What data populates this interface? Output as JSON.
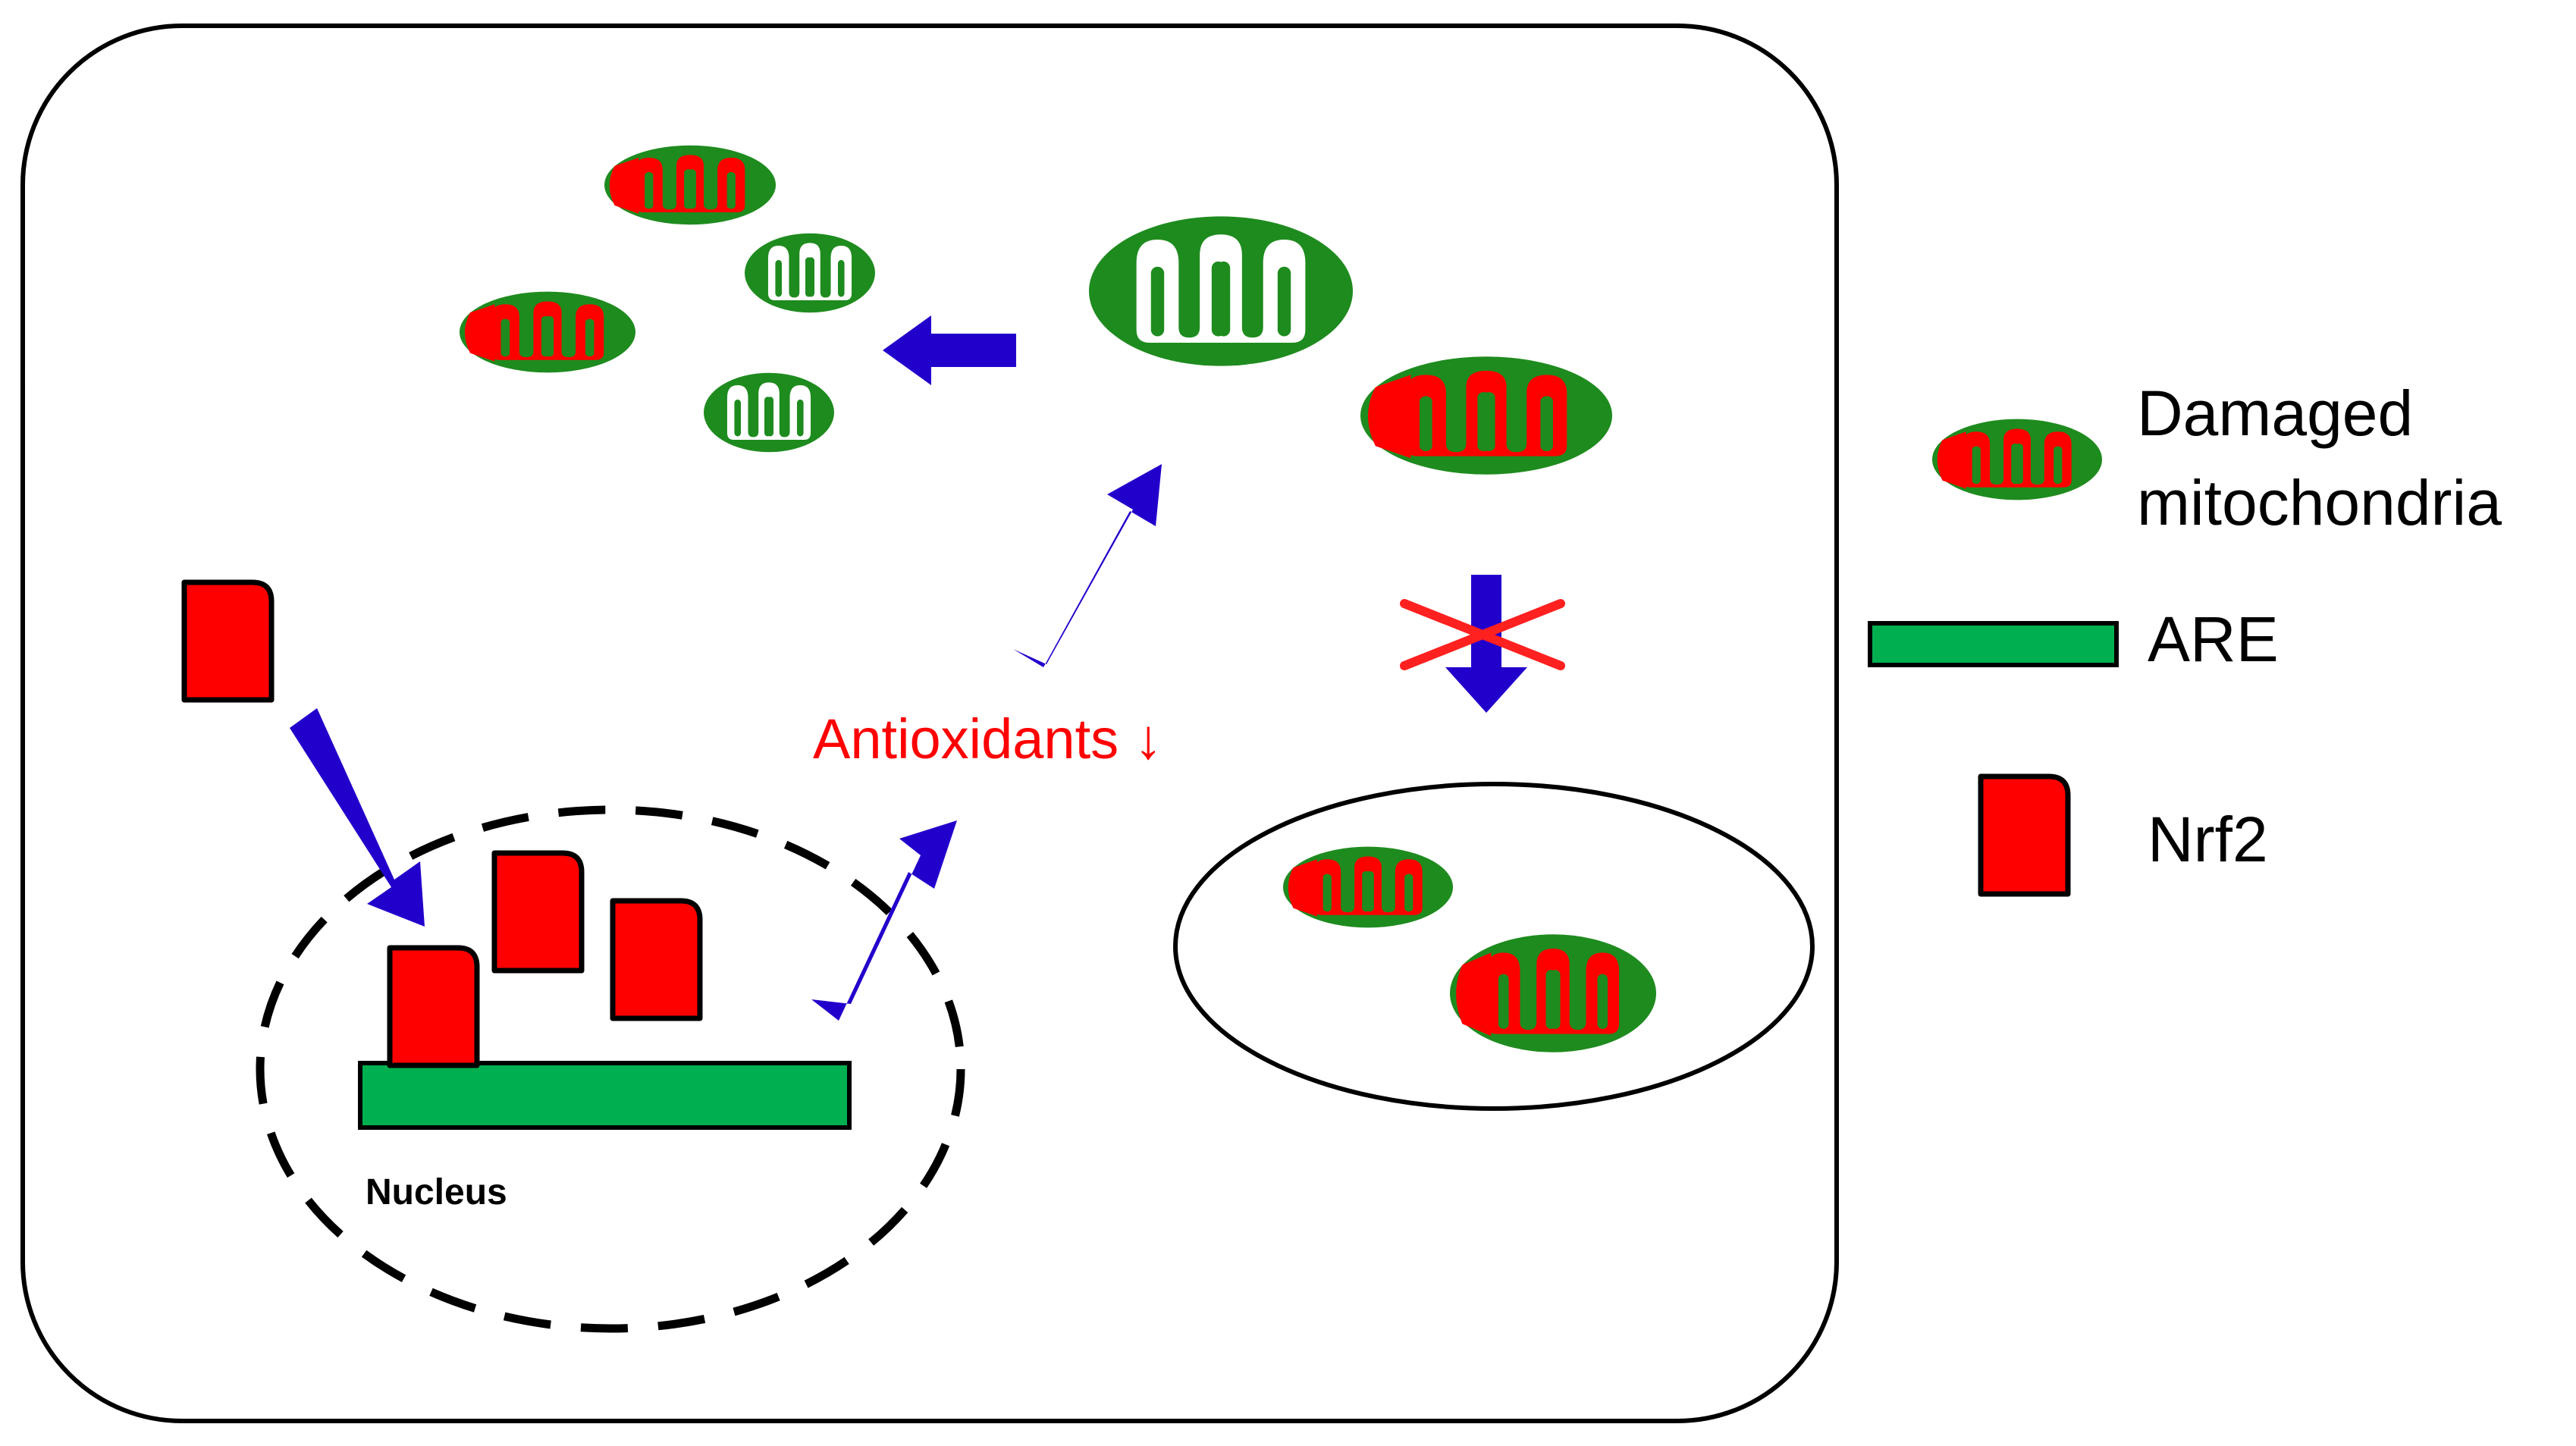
{
  "labels": {
    "nucleus": "Nucleus",
    "antioxidants": "Antioxidants ↓"
  },
  "legend": {
    "damaged_mitochondria_line1": "Damaged",
    "damaged_mitochondria_line2": "mitochondria",
    "are": "ARE",
    "nrf2": "Nrf2"
  },
  "colors": {
    "mito_green": "#1e8b1e",
    "nrf2_red": "#ff0000",
    "are_green": "#00b050",
    "arrow_blue": "#2200cc",
    "cross_red": "#ff2020",
    "outline": "#000000"
  },
  "icons": {
    "mitochondria": "mitochondria-icon",
    "nrf2": "nrf2-protein-icon",
    "are": "are-dna-bar-icon",
    "arrow": "arrow-icon",
    "blocked": "blocked-cross-icon"
  }
}
